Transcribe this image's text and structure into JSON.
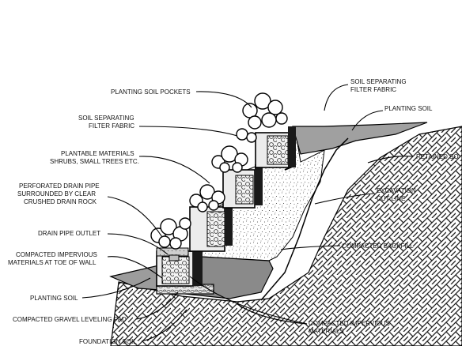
{
  "labels": {
    "planting_soil_pockets": "PLANTING SOIL POCKETS",
    "soil_sep_fabric_left_1": "SOIL SEPARATING",
    "soil_sep_fabric_left_2": "FILTER FABRIC",
    "plantable_1": "PLANTABLE MATERIALS",
    "plantable_2": "SHRUBS, SMALL TREES ETC.",
    "drain_pipe_1": "PERFORATED DRAIN PIPE",
    "drain_pipe_2": "SURROUNDED BY CLEAR",
    "drain_pipe_3": "CRUSHED DRAIN ROCK",
    "drain_outlet": "DRAIN PIPE OUTLET",
    "impervious_toe_1": "COMPACTED IMPERVIOUS",
    "impervious_toe_2": "MATERIALS AT TOE OF WALL",
    "planting_soil_left": "PLANTING SOIL",
    "gravel_pad": "COMPACTED GRAVEL LEVELING PAD",
    "foundation_soil": "FOUNDATION SOIL",
    "soil_sep_fabric_right_1": "SOIL SEPARATING",
    "soil_sep_fabric_right_2": "FILTER FABRIC",
    "planting_soil_right": "PLANTING SOIL",
    "retained_soil": "RETAINED SO",
    "excavation_1": "EXCAVATION",
    "excavation_2": "CUT LINE",
    "compacted_backfill": "COMPACTED BACKFILL",
    "impervious_bottom_1": "COMPACTED IMPERVIOUS",
    "impervious_bottom_2": "MATERIALS"
  }
}
